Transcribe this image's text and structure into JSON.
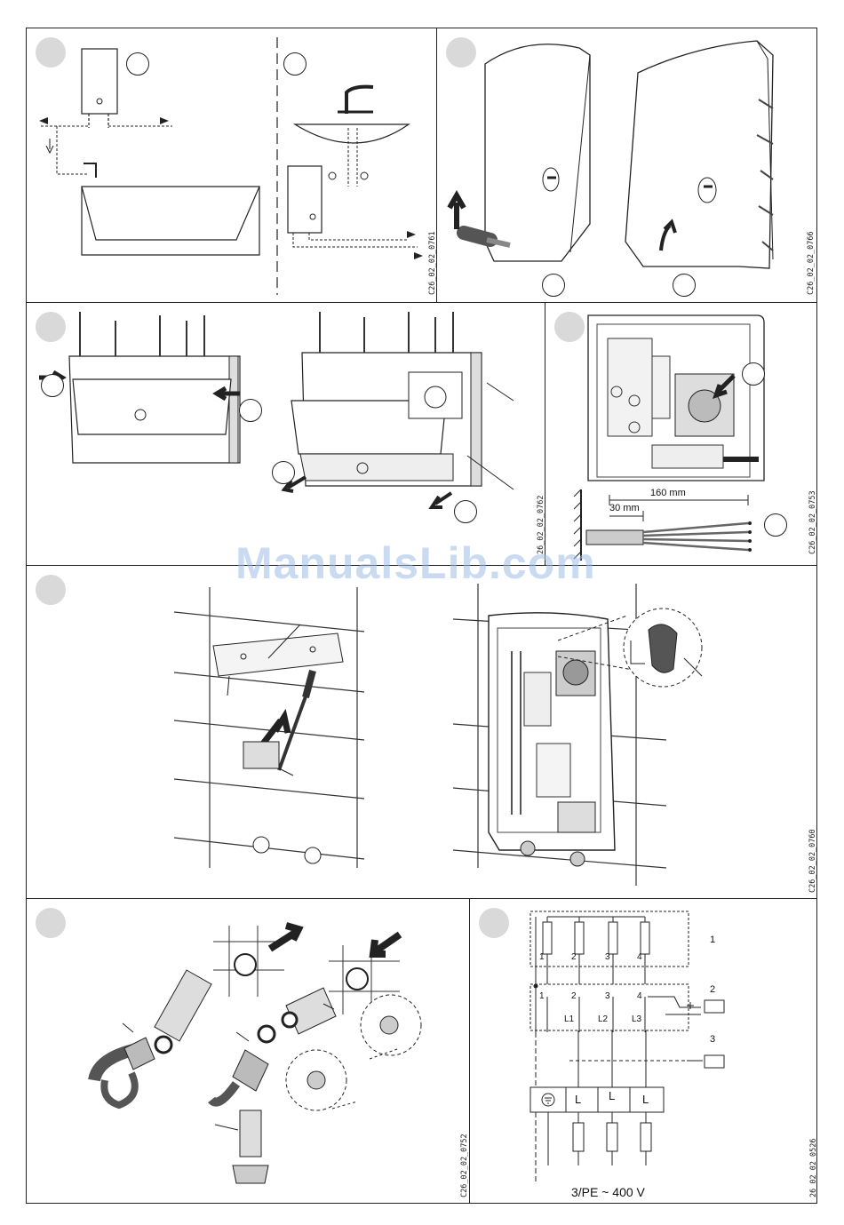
{
  "watermark": "ManualsLib.com",
  "codes": {
    "p1": "C26_02_02_0761",
    "p2": "C26_02_02_0766",
    "p3": "26_02_02_0762",
    "p4": "C26_02_02_0753",
    "p5": "C26_02_02_0760",
    "p6": "C26_02_02_0752",
    "p7": "26_02_02_0526"
  },
  "dimensions": {
    "d160": "160 mm",
    "d30": "30 mm"
  },
  "wiring": {
    "label_1": "1",
    "label_2": "2",
    "label_3": "3",
    "terminals_top": [
      "1",
      "2",
      "3",
      "4"
    ],
    "terminals_mid": [
      "1",
      "2",
      "3",
      "4"
    ],
    "phases": [
      "L1",
      "L2",
      "L3"
    ],
    "bottom": [
      "L",
      "L",
      "L"
    ],
    "supply": "3/PE ~ 400 V"
  }
}
